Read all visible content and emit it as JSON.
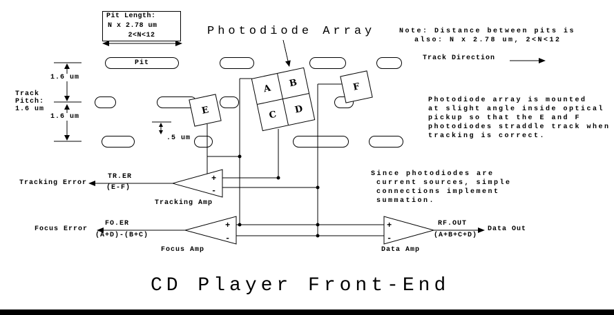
{
  "colors": {
    "ink": "#000000",
    "background": "#ffffff"
  },
  "title": "CD Player Front-End",
  "heading": {
    "photodiode_array": "Photodiode Array"
  },
  "pit_length_box": {
    "line1": "Pit Length:",
    "line2": "N x 2.78 um",
    "line3": "2<N<12"
  },
  "note": {
    "line1": "Note: Distance between pits is",
    "line2": "also: N x 2.78 um, 2<N<12"
  },
  "track_direction": "Track Direction",
  "pit_label": "Pit",
  "dimensions": {
    "track_pitch": [
      "Track",
      "Pitch:",
      "1.6 um"
    ],
    "upper": "1.6 um",
    "lower": "1.6 um",
    "pit_width": ".5 um"
  },
  "photodiodes": {
    "a": "A",
    "b": "B",
    "c": "C",
    "d": "D",
    "e": "E",
    "f": "F"
  },
  "annotations": {
    "mounting": [
      "Photodiode array is mounted",
      "at slight angle inside optical",
      "pickup so that the E and F",
      "photodiodes straddle track when",
      "tracking is correct."
    ],
    "summation": [
      "Since photodiodes are",
      "current sources, simple",
      "connections implement",
      "summation."
    ]
  },
  "amps": {
    "tracking": {
      "name": "Tracking Amp",
      "signal": "TR.ER",
      "formula": "(E-F)",
      "output": "Tracking Error",
      "plus": "+",
      "minus": "-"
    },
    "focus": {
      "name": "Focus Amp",
      "signal": "FO.ER",
      "formula": "(A+D)-(B+C)",
      "output": "Focus Error",
      "plus": "+",
      "minus": "-"
    },
    "data": {
      "name": "Data Amp",
      "signal": "RF.OUT",
      "formula": "(A+B+C+D)",
      "output": "Data Out",
      "plus": "+",
      "minus": "-"
    }
  }
}
